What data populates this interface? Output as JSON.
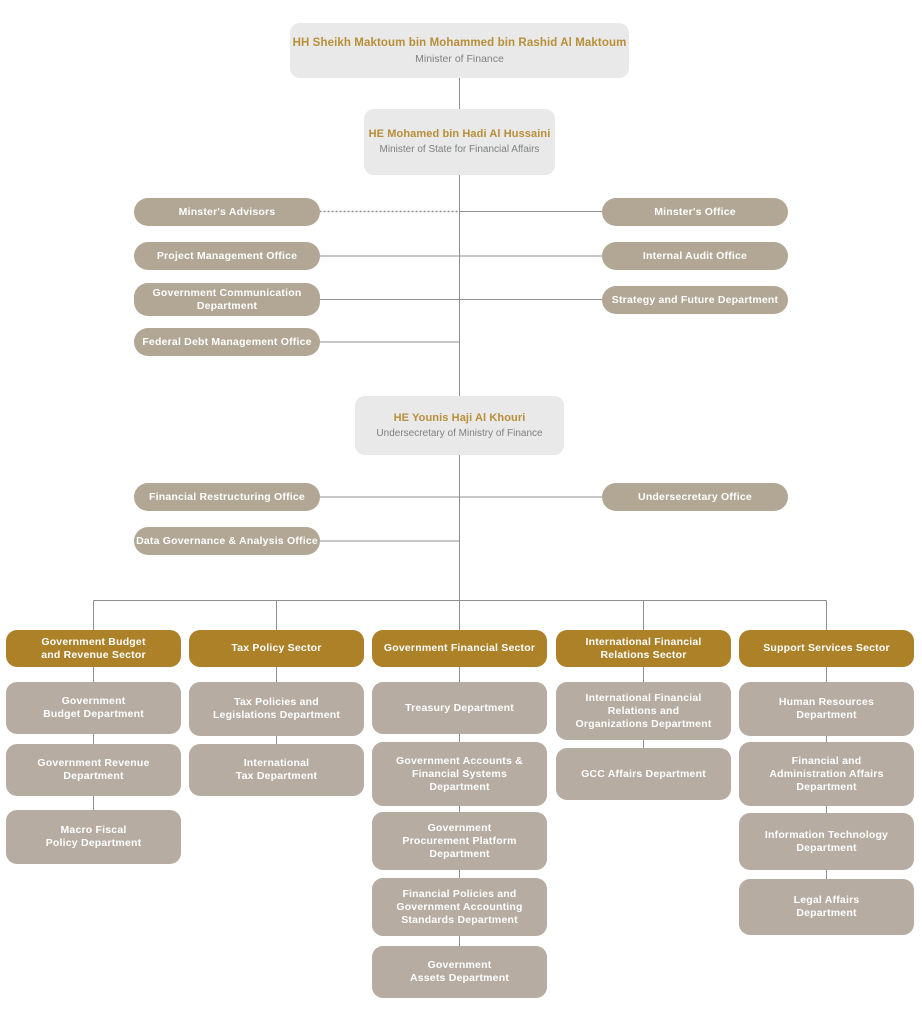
{
  "minister": {
    "name": "HH Sheikh Maktoum bin Mohammed bin Rashid Al Maktoum",
    "title": "Minister of Finance"
  },
  "minister_of_state": {
    "name": "HE Mohamed bin Hadi Al Hussaini",
    "title": "Minister of State for Financial Affairs"
  },
  "undersecretary": {
    "name": "HE Younis Haji Al Khouri",
    "title": "Undersecretary of Ministry of Finance"
  },
  "minister_offices": {
    "left": [
      "Minster's Advisors",
      "Project Management Office",
      "Government Communication\nDepartment",
      "Federal Debt Management Office"
    ],
    "right": [
      "Minster's Office",
      "Internal Audit Office",
      "Strategy and Future Department"
    ]
  },
  "undersecretary_offices": {
    "left": [
      "Financial Restructuring Office",
      "Data Governance & Analysis Office"
    ],
    "right": [
      "Undersecretary Office"
    ]
  },
  "sectors": [
    {
      "name": "Government Budget\nand Revenue Sector",
      "departments": [
        "Government\nBudget Department",
        "Government Revenue\nDepartment",
        "Macro Fiscal\nPolicy Department"
      ]
    },
    {
      "name": "Tax Policy Sector",
      "departments": [
        "Tax Policies and\nLegislations Department",
        "International\nTax Department"
      ]
    },
    {
      "name": "Government Financial Sector",
      "departments": [
        "Treasury Department",
        "Government Accounts &\nFinancial Systems\nDepartment",
        "Government\nProcurement Platform\nDepartment",
        "Financial Policies and\nGovernment Accounting\nStandards Department",
        "Government\nAssets Department"
      ]
    },
    {
      "name": "International Financial\nRelations Sector",
      "departments": [
        "International Financial\nRelations and\nOrganizations Department",
        "GCC Affairs Department"
      ]
    },
    {
      "name": "Support Services Sector",
      "departments": [
        "Human Resources\nDepartment",
        "Financial and\nAdministration Affairs\nDepartment",
        "Information Technology\nDepartment",
        "Legal Affairs\nDepartment"
      ]
    }
  ],
  "colors": {
    "sector_gold": "#ac8128",
    "office_tan": "#b1a794",
    "department_taupe": "#b6aca1",
    "executive_gray": "#e9e9e9",
    "executive_name_gold": "#b78f38",
    "executive_title_gray": "#7f8082",
    "connector_gray": "#8f8f8f"
  }
}
